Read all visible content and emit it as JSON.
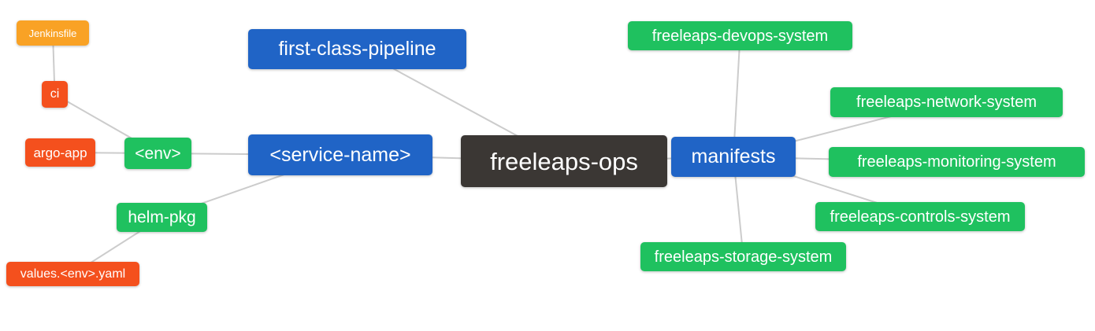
{
  "diagram": {
    "type": "mindmap",
    "root": "freeleaps_ops"
  },
  "palette": {
    "root_node": "#3B3734",
    "branch_blue": "#2064C6",
    "leaf_green": "#1FC15F",
    "leaf_red": "#F4501D",
    "leaf_orange": "#F9A225",
    "connector_gray": "#CCCCCC",
    "node_text": "#FFFFFF",
    "canvas_background": "#FFFFFF"
  },
  "nodes": {
    "freeleaps_ops": {
      "label": "freeleaps-ops",
      "color": "#3B3734"
    },
    "first_class_pipeline": {
      "label": "first-class-pipeline",
      "color": "#2064C6"
    },
    "service_name": {
      "label": "<service-name>",
      "color": "#2064C6"
    },
    "manifests": {
      "label": "manifests",
      "color": "#2064C6"
    },
    "env": {
      "label": "<env>",
      "color": "#1FC15F"
    },
    "helm_pkg": {
      "label": "helm-pkg",
      "color": "#1FC15F"
    },
    "ci": {
      "label": "ci",
      "color": "#F4501D"
    },
    "argo_app": {
      "label": "argo-app",
      "color": "#F4501D"
    },
    "values_env_yaml": {
      "label": "values.<env>.yaml",
      "color": "#F4501D"
    },
    "jenkinsfile": {
      "label": "Jenkinsfile",
      "color": "#F9A225"
    },
    "devops_system": {
      "label": "freeleaps-devops-system",
      "color": "#1FC15F"
    },
    "network_system": {
      "label": "freeleaps-network-system",
      "color": "#1FC15F"
    },
    "monitoring_system": {
      "label": "freeleaps-monitoring-system",
      "color": "#1FC15F"
    },
    "controls_system": {
      "label": "freeleaps-controls-system",
      "color": "#1FC15F"
    },
    "storage_system": {
      "label": "freeleaps-storage-system",
      "color": "#1FC15F"
    }
  },
  "edges": [
    [
      "jenkinsfile",
      "ci"
    ],
    [
      "ci",
      "env"
    ],
    [
      "argo_app",
      "env"
    ],
    [
      "env",
      "service_name"
    ],
    [
      "helm_pkg",
      "service_name"
    ],
    [
      "values_env_yaml",
      "helm_pkg"
    ],
    [
      "first_class_pipeline",
      "freeleaps_ops"
    ],
    [
      "service_name",
      "freeleaps_ops"
    ],
    [
      "freeleaps_ops",
      "manifests"
    ],
    [
      "manifests",
      "devops_system"
    ],
    [
      "manifests",
      "network_system"
    ],
    [
      "manifests",
      "monitoring_system"
    ],
    [
      "manifests",
      "controls_system"
    ],
    [
      "manifests",
      "storage_system"
    ]
  ]
}
